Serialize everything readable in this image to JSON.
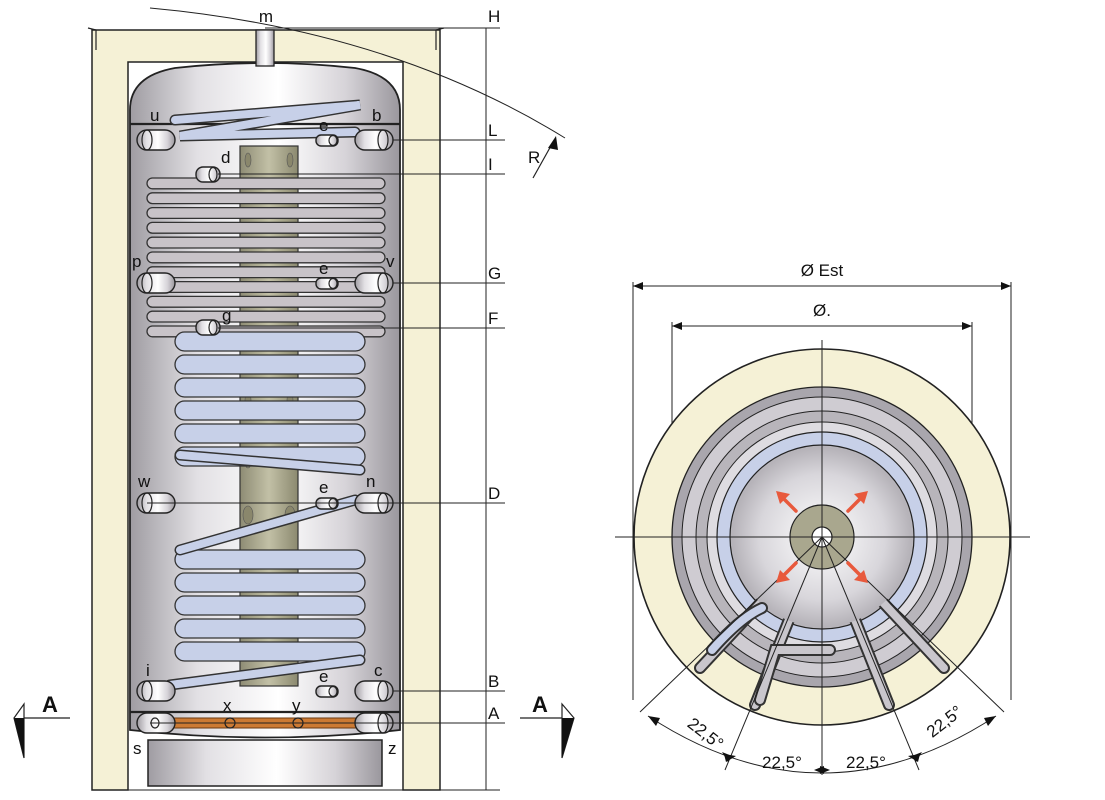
{
  "colors": {
    "insulation": "#f5f1d6",
    "tank_steel": "#c9c6cc",
    "tube": "#c7d0e8",
    "coil_grey": "#c8c3c8",
    "core_pipe": "#a9a78e",
    "heater": "#cc7a33",
    "arrow_red": "#e8593c"
  },
  "top_marker": "m",
  "radius_label": "R",
  "section_label": "A",
  "levels": [
    "H",
    "L",
    "I",
    "G",
    "F",
    "D",
    "B",
    "A"
  ],
  "connections": {
    "top_left": "u",
    "top_right": "b",
    "top_sensor": "e",
    "coil1_upper": "d",
    "mid_left": "p",
    "mid_right": "v",
    "mid_sensor": "e",
    "coil1_lower": "g",
    "center_left": "w",
    "center_right": "n",
    "center_sensor": "e",
    "low_left": "i",
    "low_right": "c",
    "low_sensor": "e",
    "heater_x": "x",
    "heater_y": "y",
    "bottom_left": "s",
    "bottom_right": "z"
  },
  "section_view": {
    "outer_diameter_label": "Ø Est",
    "inner_diameter_label": "Ø.",
    "angles": [
      "22,5°",
      "22,5°",
      "22,5°",
      "22,5°"
    ]
  }
}
